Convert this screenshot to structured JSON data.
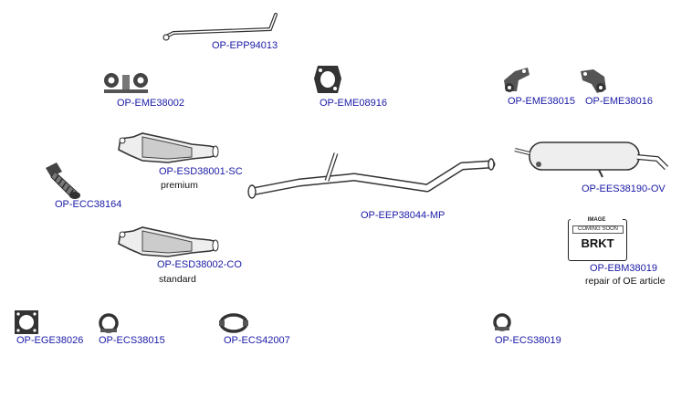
{
  "parts": [
    {
      "id": "p-epp94013",
      "code": "OP-EPP94013",
      "icon": "pipe-icon"
    },
    {
      "id": "p-eme38002",
      "code": "OP-EME38002",
      "icon": "rubber-mount-icon"
    },
    {
      "id": "p-eme08916",
      "code": "OP-EME08916",
      "icon": "gasket-icon"
    },
    {
      "id": "p-eme38015",
      "code": "OP-EME38015",
      "icon": "bracket-icon"
    },
    {
      "id": "p-eme38016",
      "code": "OP-EME38016",
      "icon": "bracket-icon"
    },
    {
      "id": "p-esd38001sc",
      "code": "OP-ESD38001-SC",
      "note": "premium",
      "icon": "muffler-icon"
    },
    {
      "id": "p-ecc38164",
      "code": "OP-ECC38164",
      "icon": "flex-pipe-icon"
    },
    {
      "id": "p-eep38044mp",
      "code": "OP-EEP38044-MP",
      "icon": "pipe-icon"
    },
    {
      "id": "p-ees38190ov",
      "code": "OP-EES38190-OV",
      "icon": "rear-silencer-icon"
    },
    {
      "id": "p-esd38002co",
      "code": "OP-ESD38002-CO",
      "note": "standard",
      "icon": "muffler-icon"
    },
    {
      "id": "p-ebm38019",
      "code": "OP-EBM38019",
      "note": "repair of OE article",
      "icon": "placeholder-image-icon"
    },
    {
      "id": "p-ege38026",
      "code": "OP-EGE38026",
      "icon": "gasket-icon"
    },
    {
      "id": "p-ecs38015",
      "code": "OP-ECS38015",
      "icon": "clamp-icon"
    },
    {
      "id": "p-ecs42007",
      "code": "OP-ECS42007",
      "icon": "clamp-icon"
    },
    {
      "id": "p-ecs38019",
      "code": "OP-ECS38019",
      "icon": "clamp-icon"
    }
  ],
  "placeholder": {
    "top_text": "IMAGE",
    "sub_text": "COMING SOON",
    "main_text": "BRKT"
  }
}
